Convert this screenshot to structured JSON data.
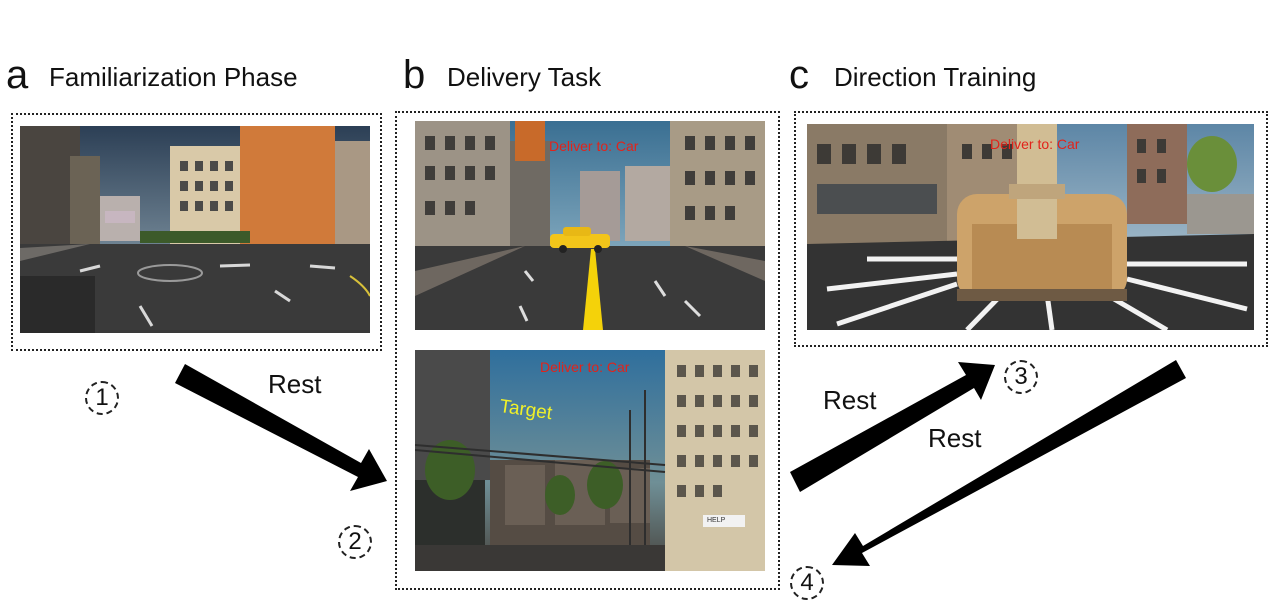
{
  "panels": [
    {
      "letter": "a",
      "title": "Familiarization Phase"
    },
    {
      "letter": "b",
      "title": "Delivery Task"
    },
    {
      "letter": "c",
      "title": "Direction Training"
    }
  ],
  "steps": [
    "1",
    "2",
    "3",
    "4"
  ],
  "transitions": {
    "rest_1_2": "Rest",
    "rest_2_3": "Rest",
    "rest_3_4": "Rest"
  },
  "overlays": {
    "delivery_top": "Deliver to: Car",
    "delivery_bottom": "Deliver to: Car",
    "direction": "Deliver to: Car",
    "target_label": "Target",
    "help_sign": "HELP"
  },
  "colors": {
    "overlay_text": "#e2231a",
    "target_text": "#f0f02a",
    "guide_line": "#f4d20a",
    "taxi": "#f2c51a"
  }
}
